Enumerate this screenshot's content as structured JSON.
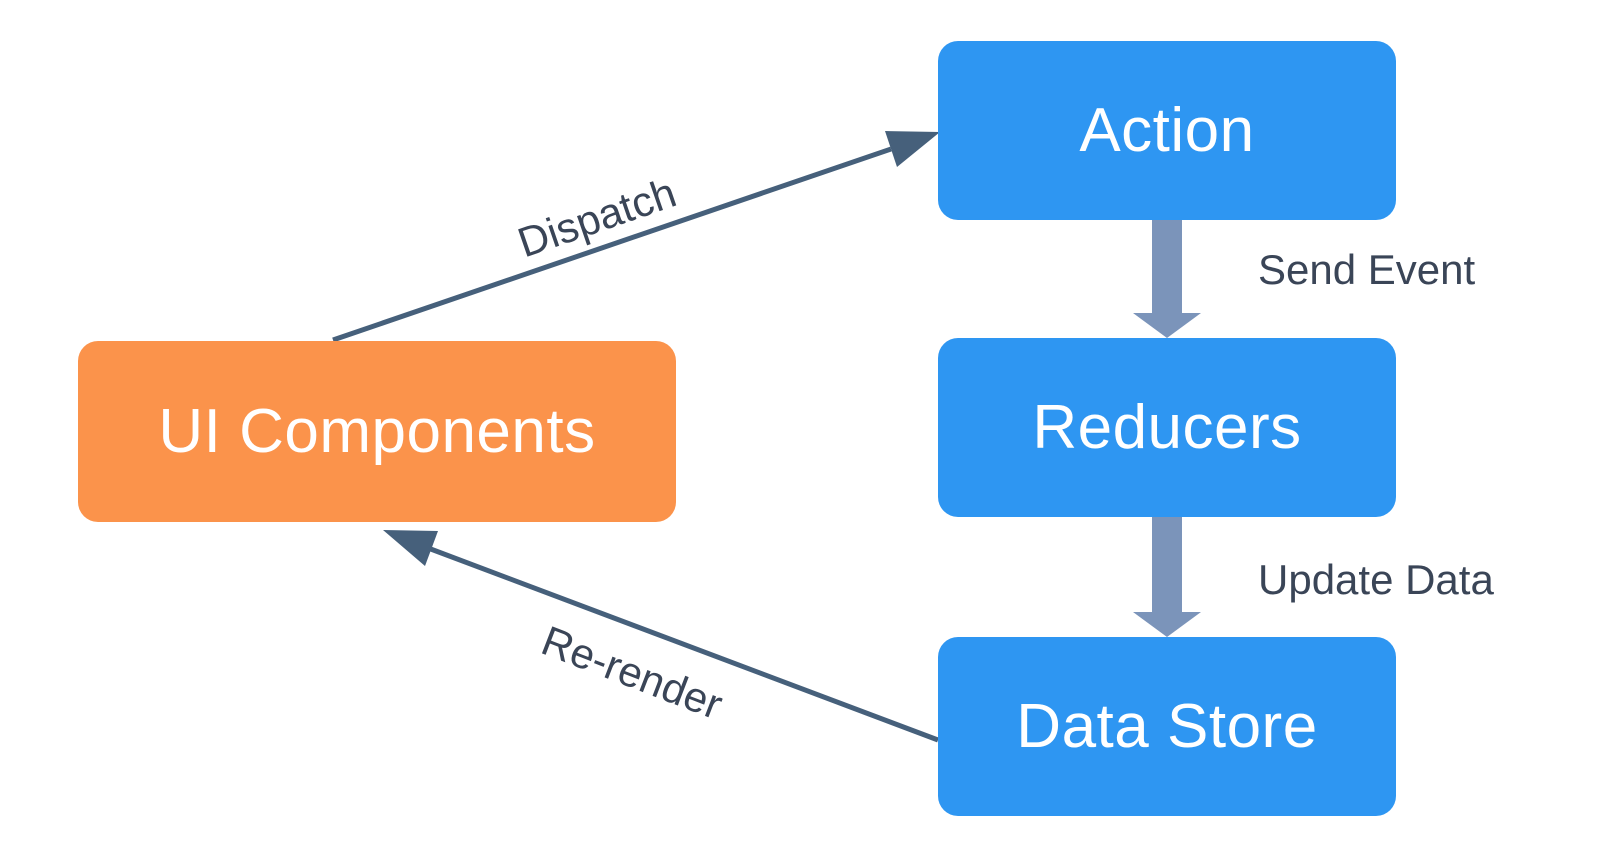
{
  "diagram": {
    "nodes": [
      {
        "id": "ui-components",
        "label": "UI Components",
        "color": "#FB934B"
      },
      {
        "id": "action",
        "label": "Action",
        "color": "#2E96F2"
      },
      {
        "id": "reducers",
        "label": "Reducers",
        "color": "#2E96F2"
      },
      {
        "id": "data-store",
        "label": "Data Store",
        "color": "#2E96F2"
      }
    ],
    "edges": [
      {
        "from": "ui-components",
        "to": "action",
        "label": "Dispatch",
        "style": "thin-arrow"
      },
      {
        "from": "action",
        "to": "reducers",
        "label": "Send Event",
        "style": "thick-arrow"
      },
      {
        "from": "reducers",
        "to": "data-store",
        "label": "Update Data",
        "style": "thick-arrow"
      },
      {
        "from": "data-store",
        "to": "ui-components",
        "label": "Re-render",
        "style": "thin-arrow"
      }
    ],
    "colors": {
      "node_blue": "#2E96F2",
      "node_orange": "#FB934B",
      "node_text": "#FFFFFF",
      "thin_connector": "#46607B",
      "thick_connector": "#7B94BA",
      "edge_label_text": "#3A4557",
      "background": "#FFFFFF"
    }
  }
}
